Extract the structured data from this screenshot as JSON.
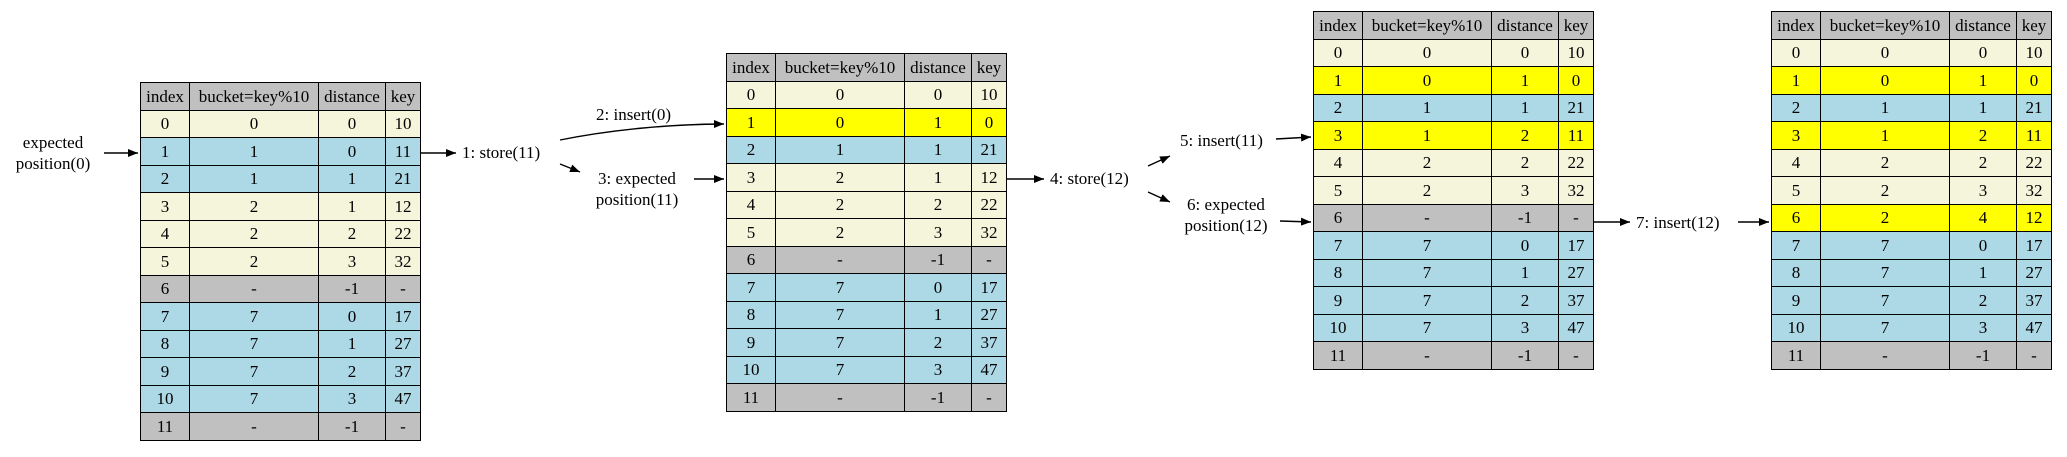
{
  "columns": [
    "index",
    "bucket=key%10",
    "distance",
    "key"
  ],
  "tables": [
    {
      "rows": [
        {
          "index": "0",
          "bucket": "0",
          "distance": "0",
          "key": "10",
          "fill": "beige"
        },
        {
          "index": "1",
          "bucket": "1",
          "distance": "0",
          "key": "11",
          "fill": "blue"
        },
        {
          "index": "2",
          "bucket": "1",
          "distance": "1",
          "key": "21",
          "fill": "blue"
        },
        {
          "index": "3",
          "bucket": "2",
          "distance": "1",
          "key": "12",
          "fill": "beige"
        },
        {
          "index": "4",
          "bucket": "2",
          "distance": "2",
          "key": "22",
          "fill": "beige"
        },
        {
          "index": "5",
          "bucket": "2",
          "distance": "3",
          "key": "32",
          "fill": "beige"
        },
        {
          "index": "6",
          "bucket": "-",
          "distance": "-1",
          "key": "-",
          "fill": "empty"
        },
        {
          "index": "7",
          "bucket": "7",
          "distance": "0",
          "key": "17",
          "fill": "blue"
        },
        {
          "index": "8",
          "bucket": "7",
          "distance": "1",
          "key": "27",
          "fill": "blue"
        },
        {
          "index": "9",
          "bucket": "7",
          "distance": "2",
          "key": "37",
          "fill": "blue"
        },
        {
          "index": "10",
          "bucket": "7",
          "distance": "3",
          "key": "47",
          "fill": "blue"
        },
        {
          "index": "11",
          "bucket": "-",
          "distance": "-1",
          "key": "-",
          "fill": "empty"
        }
      ]
    },
    {
      "rows": [
        {
          "index": "0",
          "bucket": "0",
          "distance": "0",
          "key": "10",
          "fill": "beige"
        },
        {
          "index": "1",
          "bucket": "0",
          "distance": "1",
          "key": "0",
          "fill": "hl"
        },
        {
          "index": "2",
          "bucket": "1",
          "distance": "1",
          "key": "21",
          "fill": "blue"
        },
        {
          "index": "3",
          "bucket": "2",
          "distance": "1",
          "key": "12",
          "fill": "beige"
        },
        {
          "index": "4",
          "bucket": "2",
          "distance": "2",
          "key": "22",
          "fill": "beige"
        },
        {
          "index": "5",
          "bucket": "2",
          "distance": "3",
          "key": "32",
          "fill": "beige"
        },
        {
          "index": "6",
          "bucket": "-",
          "distance": "-1",
          "key": "-",
          "fill": "empty"
        },
        {
          "index": "7",
          "bucket": "7",
          "distance": "0",
          "key": "17",
          "fill": "blue"
        },
        {
          "index": "8",
          "bucket": "7",
          "distance": "1",
          "key": "27",
          "fill": "blue"
        },
        {
          "index": "9",
          "bucket": "7",
          "distance": "2",
          "key": "37",
          "fill": "blue"
        },
        {
          "index": "10",
          "bucket": "7",
          "distance": "3",
          "key": "47",
          "fill": "blue"
        },
        {
          "index": "11",
          "bucket": "-",
          "distance": "-1",
          "key": "-",
          "fill": "empty"
        }
      ]
    },
    {
      "rows": [
        {
          "index": "0",
          "bucket": "0",
          "distance": "0",
          "key": "10",
          "fill": "beige"
        },
        {
          "index": "1",
          "bucket": "0",
          "distance": "1",
          "key": "0",
          "fill": "hl"
        },
        {
          "index": "2",
          "bucket": "1",
          "distance": "1",
          "key": "21",
          "fill": "blue"
        },
        {
          "index": "3",
          "bucket": "1",
          "distance": "2",
          "key": "11",
          "fill": "hl"
        },
        {
          "index": "4",
          "bucket": "2",
          "distance": "2",
          "key": "22",
          "fill": "beige"
        },
        {
          "index": "5",
          "bucket": "2",
          "distance": "3",
          "key": "32",
          "fill": "beige"
        },
        {
          "index": "6",
          "bucket": "-",
          "distance": "-1",
          "key": "-",
          "fill": "empty"
        },
        {
          "index": "7",
          "bucket": "7",
          "distance": "0",
          "key": "17",
          "fill": "blue"
        },
        {
          "index": "8",
          "bucket": "7",
          "distance": "1",
          "key": "27",
          "fill": "blue"
        },
        {
          "index": "9",
          "bucket": "7",
          "distance": "2",
          "key": "37",
          "fill": "blue"
        },
        {
          "index": "10",
          "bucket": "7",
          "distance": "3",
          "key": "47",
          "fill": "blue"
        },
        {
          "index": "11",
          "bucket": "-",
          "distance": "-1",
          "key": "-",
          "fill": "empty"
        }
      ]
    },
    {
      "rows": [
        {
          "index": "0",
          "bucket": "0",
          "distance": "0",
          "key": "10",
          "fill": "beige"
        },
        {
          "index": "1",
          "bucket": "0",
          "distance": "1",
          "key": "0",
          "fill": "hl"
        },
        {
          "index": "2",
          "bucket": "1",
          "distance": "1",
          "key": "21",
          "fill": "blue"
        },
        {
          "index": "3",
          "bucket": "1",
          "distance": "2",
          "key": "11",
          "fill": "hl"
        },
        {
          "index": "4",
          "bucket": "2",
          "distance": "2",
          "key": "22",
          "fill": "beige"
        },
        {
          "index": "5",
          "bucket": "2",
          "distance": "3",
          "key": "32",
          "fill": "beige"
        },
        {
          "index": "6",
          "bucket": "2",
          "distance": "4",
          "key": "12",
          "fill": "hl"
        },
        {
          "index": "7",
          "bucket": "7",
          "distance": "0",
          "key": "17",
          "fill": "blue"
        },
        {
          "index": "8",
          "bucket": "7",
          "distance": "1",
          "key": "27",
          "fill": "blue"
        },
        {
          "index": "9",
          "bucket": "7",
          "distance": "2",
          "key": "37",
          "fill": "blue"
        },
        {
          "index": "10",
          "bucket": "7",
          "distance": "3",
          "key": "47",
          "fill": "blue"
        },
        {
          "index": "11",
          "bucket": "-",
          "distance": "-1",
          "key": "-",
          "fill": "empty"
        }
      ]
    }
  ],
  "labels": {
    "expected0_line1": "expected",
    "expected0_line2": "position(0)",
    "store11": "1: store(11)",
    "insert0": "2: insert(0)",
    "expected11_line1": "3: expected",
    "expected11_line2": "position(11)",
    "store12": "4: store(12)",
    "insert11": "5: insert(11)",
    "expected12_line1": "6: expected",
    "expected12_line2": "position(12)",
    "insert12": "7: insert(12)"
  },
  "colors": {
    "header": "#c0c0c0",
    "beige": "#f5f5dc",
    "blue": "#add8e6",
    "empty": "#c0c0c0",
    "highlight": "#ffff00"
  }
}
